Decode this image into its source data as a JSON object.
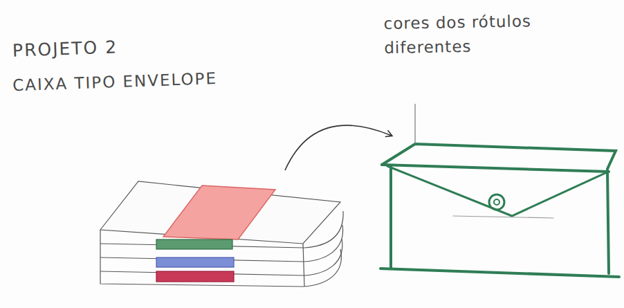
{
  "diagram": {
    "title": "PROJETO 2",
    "labels": [
      "CAIXA TIPO ENVELOPE",
      "cores dos rótulos diferentes"
    ]
  }
}
